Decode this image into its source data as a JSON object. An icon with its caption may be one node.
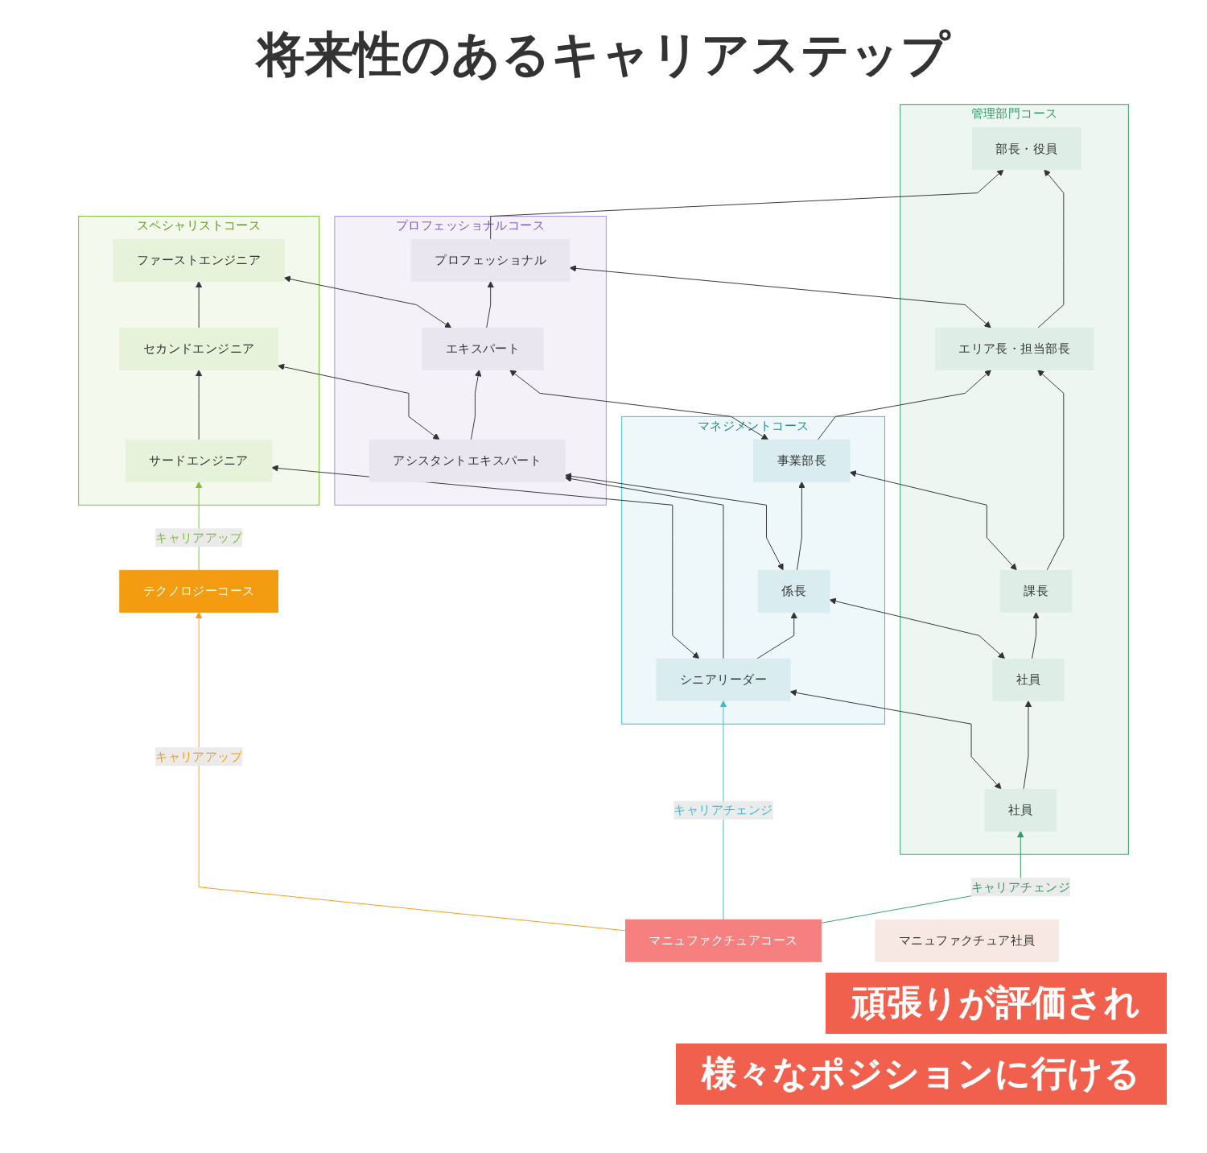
{
  "diagram": {
    "title": "将来性のあるキャリアステップ",
    "nodes": [
      {
        "text": [
          "管理部門コース"
        ]
      },
      {
        "text": [
          "部長・役員"
        ],
        "in": 0
      },
      {
        "text": [
          "エリア長・担当部長"
        ],
        "in": 0
      },
      {
        "text": [
          "課長"
        ],
        "in": 0
      },
      {
        "text": [
          "社員"
        ],
        "in": 0
      },
      {
        "text": [
          "社員"
        ],
        "in": 0
      },
      {
        "text": [
          "マネジメントコース"
        ]
      },
      {
        "text": [
          "事業部長"
        ],
        "in": 6
      },
      {
        "text": [
          "係長"
        ],
        "in": 6
      },
      {
        "text": [
          "シニアリーダー"
        ],
        "in": 6
      },
      {
        "text": [
          "プロフェッショナルコース"
        ]
      },
      {
        "text": [
          "プロフェッショナル"
        ],
        "in": 10
      },
      {
        "text": [
          "エキスパート"
        ],
        "in": 10
      },
      {
        "text": [
          "アシスタントエキスパート"
        ],
        "in": 10
      },
      {
        "text": [
          "スペシャリストコース"
        ]
      },
      {
        "text": [
          "ファーストエンジニア"
        ],
        "in": 14
      },
      {
        "text": [
          "セカンドエンジニア"
        ],
        "in": 14
      },
      {
        "text": [
          "サードエンジニア"
        ],
        "in": 14
      },
      {
        "text": [
          "マニュファクチュアコース"
        ]
      },
      {
        "text": [
          "テクノロジーコース"
        ]
      },
      {
        "text": [
          "マニュファクチュア社員"
        ]
      }
    ],
    "edges": [
      {
        "from": 2,
        "to": 1,
        "arrow": "to"
      },
      {
        "from": 3,
        "to": 2,
        "arrow": "to"
      },
      {
        "from": 4,
        "to": 3,
        "arrow": "to"
      },
      {
        "from": 5,
        "to": 4,
        "arrow": "to"
      },
      {
        "from": 11,
        "to": 1,
        "arrow": "to"
      },
      {
        "from": 2,
        "to": 11,
        "arrow": "both"
      },
      {
        "from": 7,
        "to": 2,
        "arrow": "to"
      },
      {
        "from": 3,
        "to": 7,
        "arrow": "both"
      },
      {
        "from": 4,
        "to": 8,
        "arrow": "both"
      },
      {
        "from": 5,
        "to": 9,
        "arrow": "both"
      },
      {
        "from": 8,
        "to": 7,
        "arrow": "to"
      },
      {
        "from": 9,
        "to": 8,
        "arrow": "to"
      },
      {
        "from": 7,
        "to": 12,
        "arrow": "both"
      },
      {
        "from": 8,
        "to": 13,
        "arrow": "both"
      },
      {
        "from": 9,
        "to": 13,
        "arrow": "to"
      },
      {
        "from": 9,
        "to": 17,
        "arrow": "both"
      },
      {
        "from": 12,
        "to": 11,
        "arrow": "to"
      },
      {
        "from": 13,
        "to": 12,
        "arrow": "to"
      },
      {
        "from": 12,
        "to": 15,
        "arrow": "both"
      },
      {
        "from": 13,
        "to": 16,
        "arrow": "both"
      },
      {
        "from": 16,
        "to": 15,
        "arrow": "to"
      },
      {
        "from": 17,
        "to": 16,
        "arrow": "to"
      },
      {
        "from": 18,
        "to": 5,
        "arrow": "to",
        "label": "キャリアチェンジ",
        "color": "#2e9e64"
      },
      {
        "from": 18,
        "to": 9,
        "arrow": "to",
        "label": "キャリアチェンジ",
        "color": "#3bbcd0"
      },
      {
        "from": 18,
        "to": 19,
        "arrow": "to",
        "label": "キャリアアップ",
        "color": "#f39c12"
      },
      {
        "from": 19,
        "to": 17,
        "arrow": "to",
        "label": "キャリアアップ",
        "color": "#7cbf2f"
      }
    ],
    "labels": [
      "頑張りが評価され",
      "様々なポジションに行ける"
    ]
  }
}
